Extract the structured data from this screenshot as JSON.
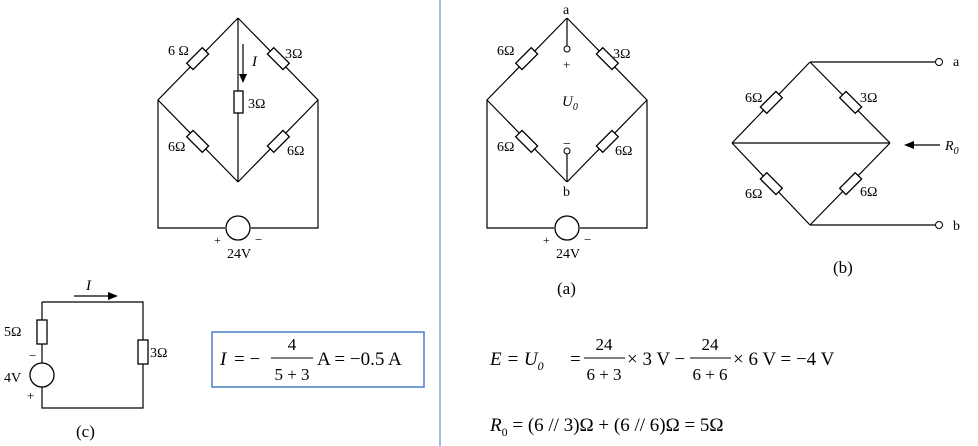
{
  "circuit_main": {
    "r_top_left": "6 Ω",
    "r_top_right": "3Ω",
    "r_middle": "3Ω",
    "r_bottom_left": "6Ω",
    "r_bottom_right": "6Ω",
    "current_label": "I",
    "source_plus": "+",
    "source_minus": "−",
    "source_value": "24V"
  },
  "circuit_a": {
    "node_top": "a",
    "node_bottom": "b",
    "r_top_left": "6Ω",
    "r_top_right": "3Ω",
    "r_bottom_left": "6Ω",
    "r_bottom_right": "6Ω",
    "plus": "+",
    "minus": "−",
    "u0": "U",
    "u0_sub": "0",
    "source_plus": "+",
    "source_minus": "−",
    "source_value": "24V",
    "caption": "(a)"
  },
  "circuit_b": {
    "r_top_left": "6Ω",
    "r_top_right": "3Ω",
    "r_bottom_left": "6Ω",
    "r_bottom_right": "6Ω",
    "terminal_a": "a",
    "terminal_b": "b",
    "r0": "R",
    "r0_sub": "0",
    "caption": "(b)"
  },
  "circuit_c": {
    "current_label": "I",
    "r_series": "5Ω",
    "r_load": "3Ω",
    "source_value": "4V",
    "minus": "−",
    "plus": "+",
    "caption": "(c)"
  },
  "equations": {
    "boxed": {
      "lhs": "I",
      "eq": "= −",
      "num": "4",
      "den": "5 + 3",
      "rest": "A = −0.5 A"
    },
    "e_line": {
      "lhs": "E = U",
      "lhs_sub": "0",
      "eq1": "=",
      "num1": "24",
      "den1": "6 + 3",
      "mid": "× 3 V −",
      "num2": "24",
      "den2": "6 + 6",
      "tail": "× 6 V = −4 V"
    },
    "r_line": {
      "lhs": "R",
      "lhs_sub": "0",
      "rest": " = (6 // 3)Ω + (6 // 6)Ω = 5Ω"
    }
  }
}
